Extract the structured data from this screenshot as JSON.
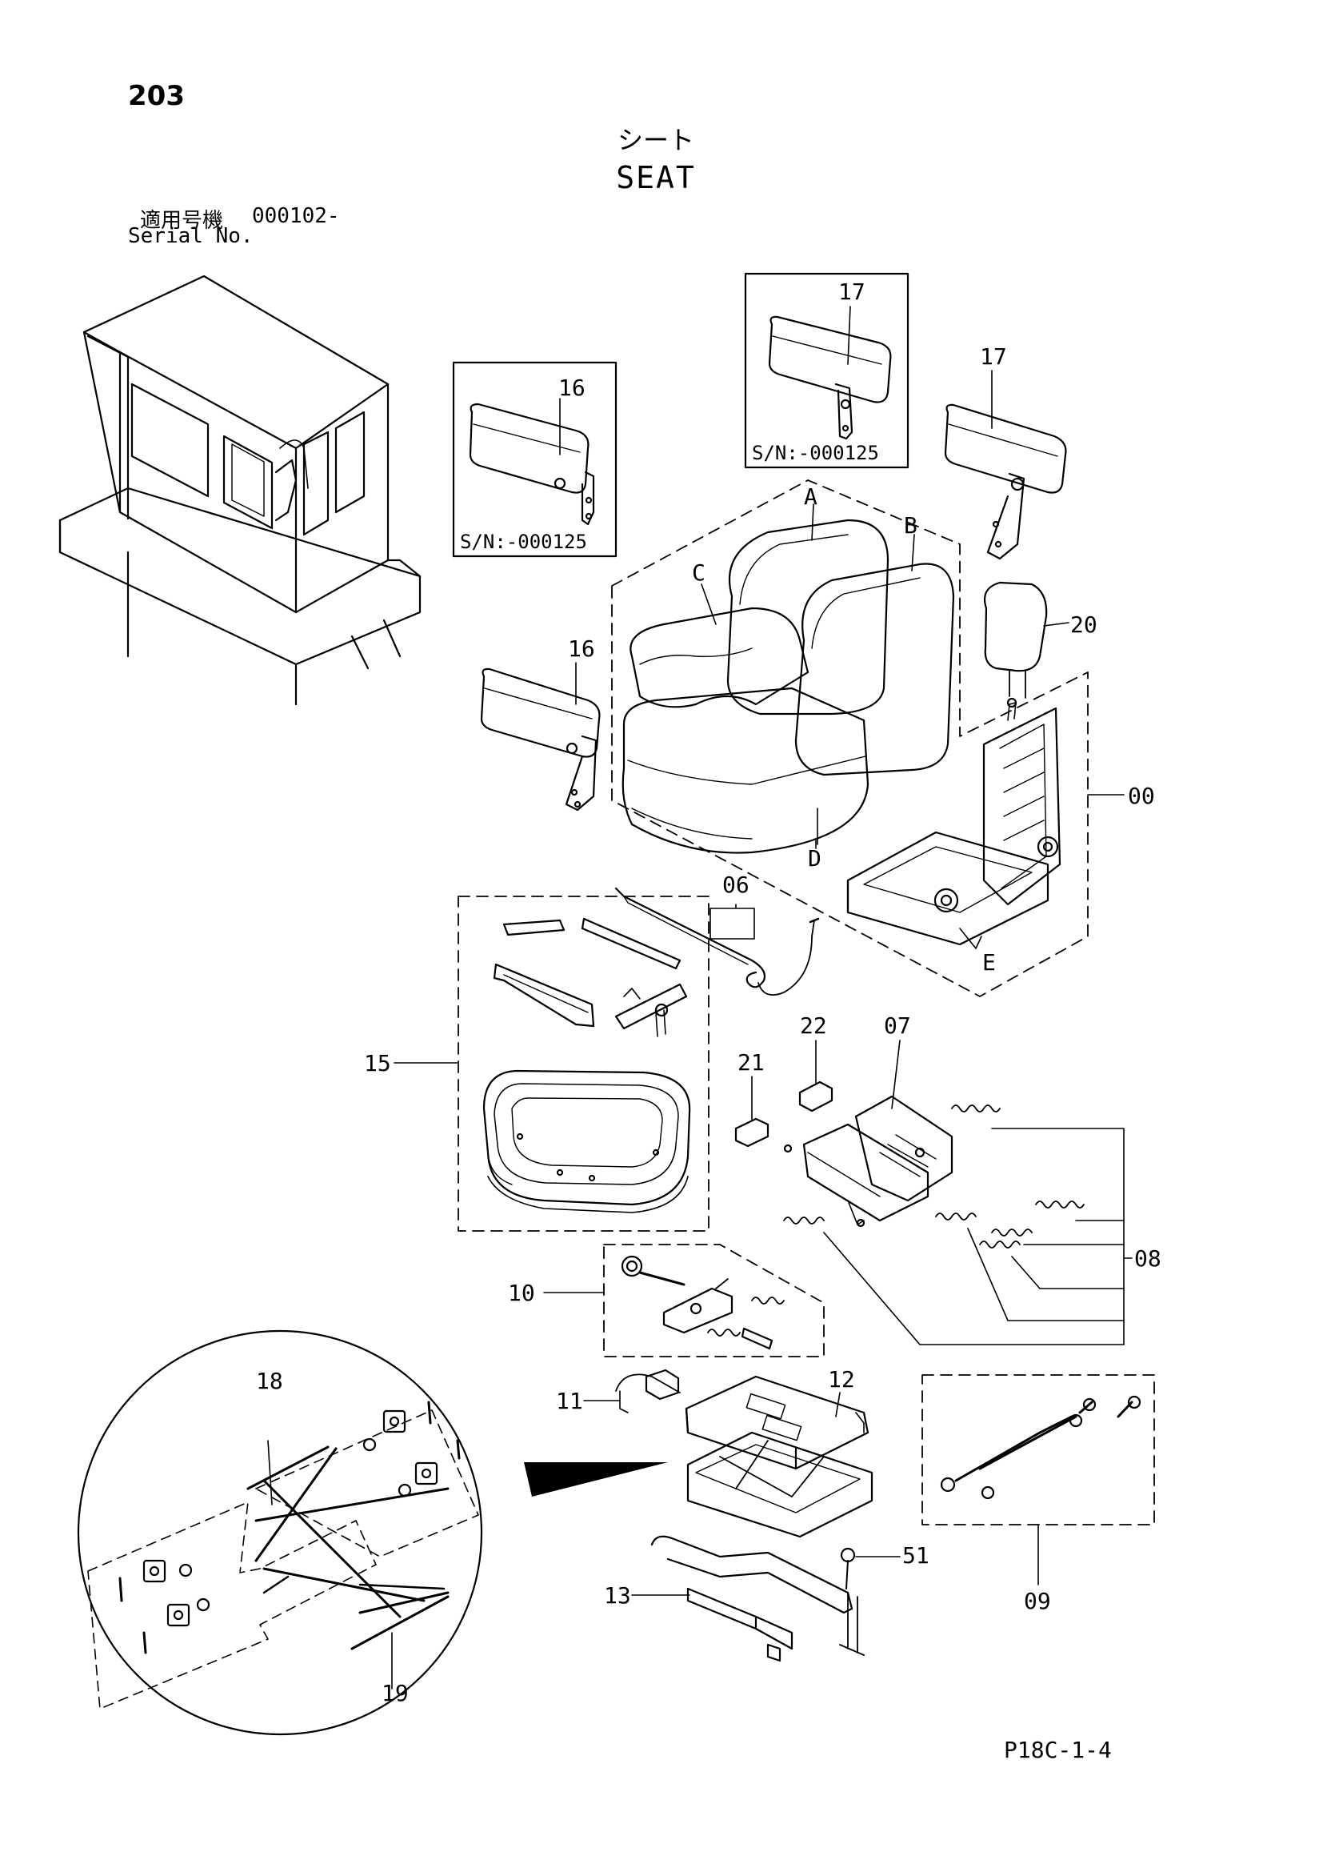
{
  "page": {
    "number": "203",
    "title_jp": "シート",
    "title_en": "SEAT",
    "serial_label_jp": "適用号機",
    "serial_value": "000102-",
    "serial_label_en": "Serial No.",
    "footer_code": "P18C-1-4"
  },
  "callouts": {
    "c16a": "16",
    "c16b": "16",
    "c17a": "17",
    "c17b": "17",
    "c20": "20",
    "c00": "00",
    "c06": "06",
    "c15": "15",
    "c22": "22",
    "c07": "07",
    "c21": "21",
    "c08": "08",
    "c10": "10",
    "c18": "18",
    "c11": "11",
    "c12": "12",
    "c09": "09",
    "c51": "51",
    "c13": "13",
    "c19": "19",
    "lA": "A",
    "lB": "B",
    "lC": "C",
    "lD": "D",
    "lE": "E"
  },
  "insets": {
    "armrest_left_sn": "S/N:-000125",
    "armrest_right_sn": "S/N:-000125"
  }
}
